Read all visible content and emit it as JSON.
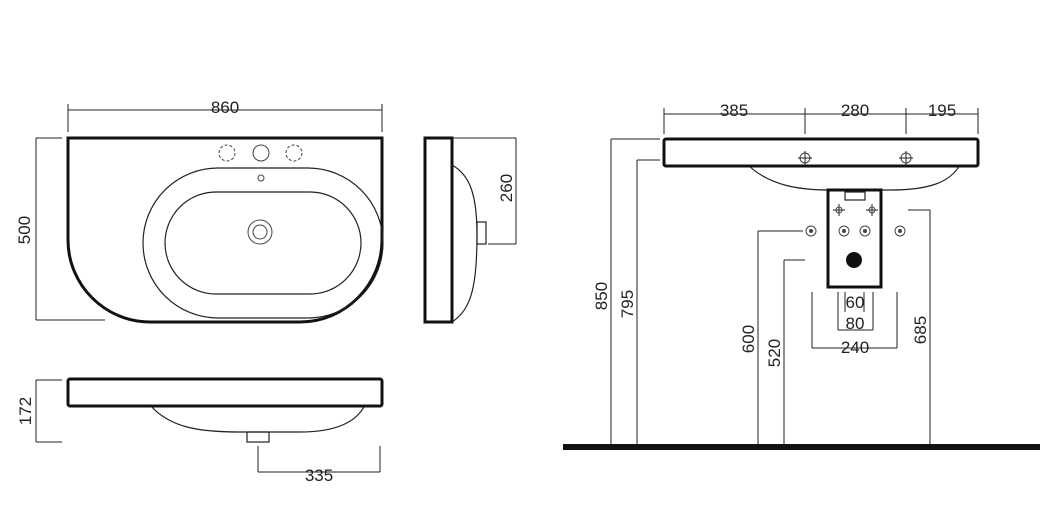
{
  "dimensions": {
    "width_total": "860",
    "depth": "500",
    "side_depth": "260",
    "height_basin": "172",
    "drain_offset": "335",
    "seg_left": "385",
    "seg_mid": "280",
    "seg_right": "195",
    "height_top": "850",
    "height_underside": "795",
    "height_600": "600",
    "height_520": "520",
    "height_685": "685",
    "spacing_60": "60",
    "spacing_80": "80",
    "spacing_240": "240"
  }
}
